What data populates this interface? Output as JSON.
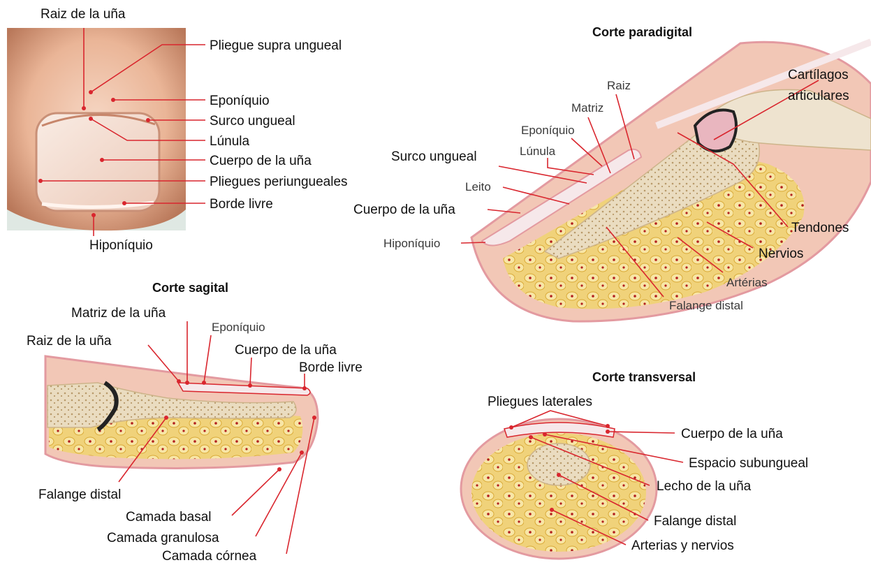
{
  "photo": {
    "labels": {
      "raiz": "Raiz de la uña",
      "pliegue_supra": "Pliegue supra ungueal",
      "eponiquio": "Eponíquio",
      "surco": "Surco ungueal",
      "lunula": "Lúnula",
      "cuerpo": "Cuerpo de la uña",
      "pliegues_peri": "Pliegues periungueales",
      "borde": "Borde livre",
      "hiponiquio": "Hiponíquio"
    }
  },
  "paradigital": {
    "title": "Corte paradigital",
    "labels": {
      "raiz": "Raiz",
      "matriz": "Matriz",
      "eponiquio": "Eponíquio",
      "lunula": "Lúnula",
      "surco": "Surco ungueal",
      "leito": "Leito",
      "cuerpo": "Cuerpo de la uña",
      "hiponiquio": "Hiponíquio",
      "cartilagos_1": "Cartílagos",
      "cartilagos_2": "articulares",
      "tendones": "Tendones",
      "nervios": "Nervios",
      "arterias": "Artérias",
      "falange": "Falange distal"
    }
  },
  "sagital": {
    "title": "Corte sagital",
    "labels": {
      "matriz": "Matriz de la uña",
      "eponiquio": "Eponíquio",
      "raiz": "Raiz de la uña",
      "cuerpo": "Cuerpo de la uña",
      "borde": "Borde livre",
      "falange": "Falange distal",
      "basal": "Camada basal",
      "granulosa": "Camada granulosa",
      "cornea": "Camada córnea"
    }
  },
  "transversal": {
    "title": "Corte transversal",
    "labels": {
      "pliegues": "Pliegues laterales",
      "cuerpo": "Cuerpo de la uña",
      "espacio": "Espacio subungueal",
      "lecho": "Lecho de la uña",
      "falange": "Falange distal",
      "arterias": "Arterias y nervios"
    }
  },
  "colors": {
    "leader_line": "#d9262e",
    "skin": "#f2c7b6",
    "fat": "#f3d98a",
    "bone": "#e9dcc2",
    "nail": "#f5e3e6"
  }
}
